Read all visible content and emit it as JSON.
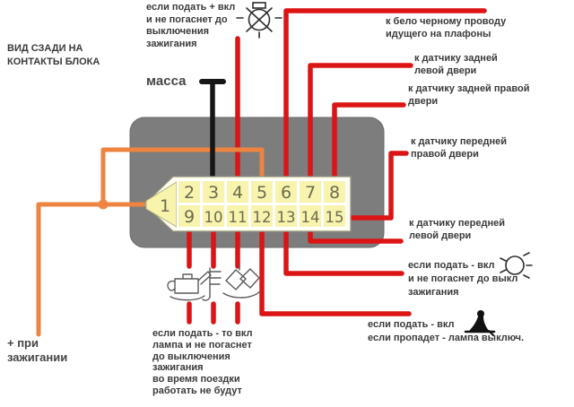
{
  "colors": {
    "wire_red": "#dc1414",
    "wire_orange": "#ee8440",
    "wire_black": "#161616",
    "block_gray": "#7d7d7d",
    "pin_fill": "#f8f4ae",
    "pin_number": "#6b6b50",
    "label_text": "#3a3a3a"
  },
  "connector": {
    "pins": [
      "1",
      "2",
      "3",
      "4",
      "5",
      "6",
      "7",
      "8",
      "9",
      "10",
      "11",
      "12",
      "13",
      "14",
      "15"
    ]
  },
  "icons": {
    "top_lamp": "bulb-x-circle",
    "ground": "ground-t-bar",
    "pin9": "oil-can",
    "pin10": "level-bars",
    "pin11": "air-flaps",
    "lamp_on": "dashed-circle-lamp",
    "lamp_off": "seated-figure"
  },
  "labels": {
    "view": {
      "lines": [
        "ВИД СЗАДИ НА",
        "КОНТАКТЫ БЛОКА"
      ]
    },
    "top_ignition": {
      "lines": [
        "если подать + вкл",
        "и не погаснет до",
        "выключения",
        "зажигания"
      ]
    },
    "ground": {
      "text": "масса"
    },
    "plus_ignition": {
      "lines": [
        "+ при",
        "зажигании"
      ]
    },
    "plafond": {
      "lines": [
        "к бело черному проводу",
        "идущего на плафоны"
      ]
    },
    "rear_left": {
      "lines": [
        "к датчику задней",
        "левой двери"
      ]
    },
    "rear_right": {
      "lines": [
        "к датчику задней правой",
        "двери"
      ]
    },
    "front_right": {
      "lines": [
        "к датчику передней",
        "правой двери"
      ]
    },
    "front_left": {
      "lines": [
        "к датчику передней",
        "левой двери"
      ]
    },
    "lamp_on": {
      "lines": [
        "если подать - вкл",
        "и не погаснет до выкл",
        "зажигания"
      ]
    },
    "lamp_off": {
      "lines": [
        "если подать - вкл",
        "если пропадет - лампа выключ."
      ]
    },
    "bottom_lamps": {
      "lines": [
        "если подать - то вкл",
        "лампа и не погаснет",
        "до выключения",
        "зажигания",
        "во время поездки",
        "работать не будут"
      ]
    }
  }
}
